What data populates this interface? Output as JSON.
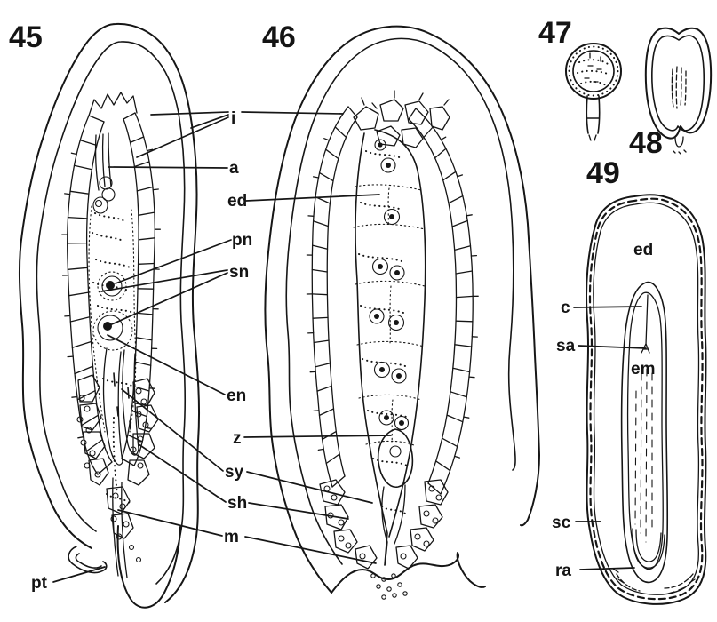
{
  "plate": {
    "description": "botanical plate of ovule and seed sections",
    "colors": {
      "ink": "#161616",
      "background": "#ffffff"
    }
  },
  "figure_numbers": {
    "f45": "45",
    "f46": "46",
    "f47": "47",
    "f48": "48",
    "f49": "49"
  },
  "labels": {
    "i": "i",
    "a": "a",
    "ed46": "ed",
    "pn": "pn",
    "sn": "sn",
    "en": "en",
    "z": "z",
    "sy": "sy",
    "sh": "sh",
    "m": "m",
    "pt": "pt",
    "ed49": "ed",
    "c": "c",
    "sa": "sa",
    "em": "em",
    "sc": "sc",
    "ra": "ra"
  }
}
